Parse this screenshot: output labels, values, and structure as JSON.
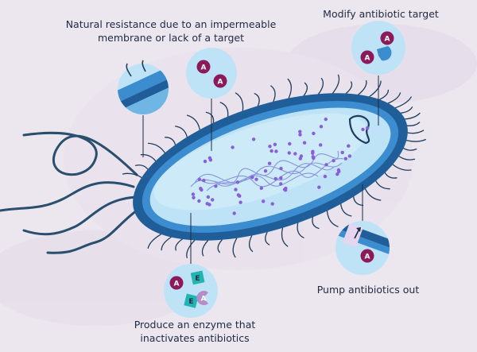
{
  "labels": {
    "natural_resistance": [
      "Natural resistance due to an impermeable",
      "membrane or lack of a target"
    ],
    "modify_target": "Modify antibiotic target",
    "pump_out": "Pump antibiotics out",
    "produce_enzyme": [
      "Produce an enzyme that",
      "inactivates antibiotics"
    ]
  },
  "markers": {
    "antibiotic": "A",
    "enzyme": "E"
  },
  "colors": {
    "background": "#ece6ee",
    "cell_outer": "#1f5e99",
    "cell_wall": "#3b8dd0",
    "cytoplasm": "#bfe3f6",
    "nucleoid": "#9fa8e8",
    "dots": "#8a5ed8",
    "antibiotic": "#8c1a5b",
    "enzyme": "#20b5b0",
    "text": "#1f2a44",
    "flagella": "#2a4f6e"
  }
}
